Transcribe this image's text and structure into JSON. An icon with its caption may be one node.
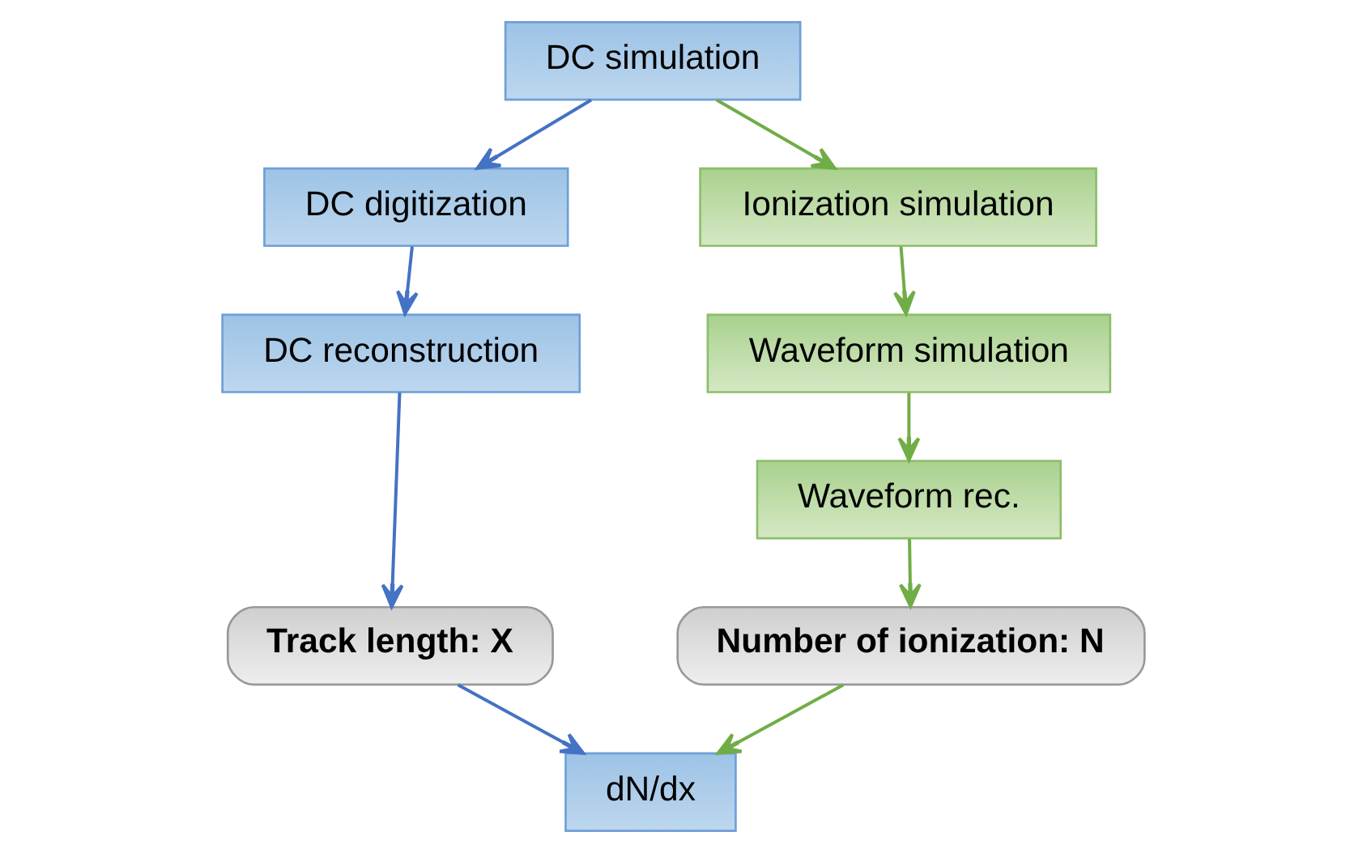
{
  "diagram": {
    "nodes": [
      {
        "text": [
          "DC simulation"
        ]
      },
      {
        "text": [
          "DC digitization"
        ]
      },
      {
        "text": [
          "Ionization simulation"
        ]
      },
      {
        "text": [
          "DC reconstruction"
        ]
      },
      {
        "text": [
          "Waveform simulation"
        ]
      },
      {
        "text": [
          "Waveform rec."
        ]
      },
      {
        "text": [
          "Track length: X"
        ]
      },
      {
        "text": [
          "Number of ionization: N"
        ]
      },
      {
        "text": [
          "dN/dx"
        ]
      }
    ],
    "edges": [
      {
        "from": 0,
        "to": 1,
        "arrow": "to",
        "color": "#4472c4"
      },
      {
        "from": 0,
        "to": 2,
        "arrow": "to"
      },
      {
        "from": 1,
        "to": 3,
        "arrow": "to",
        "color": "#4472c4"
      },
      {
        "from": 2,
        "to": 4,
        "arrow": "to"
      },
      {
        "from": 4,
        "to": 5,
        "arrow": "to"
      },
      {
        "from": 3,
        "to": 6,
        "arrow": "to",
        "color": "#4472c4"
      },
      {
        "from": 5,
        "to": 7,
        "arrow": "to"
      },
      {
        "from": 6,
        "to": 8,
        "arrow": "to",
        "color": "#4472c4"
      },
      {
        "from": 7,
        "to": 8,
        "arrow": "to"
      }
    ]
  }
}
